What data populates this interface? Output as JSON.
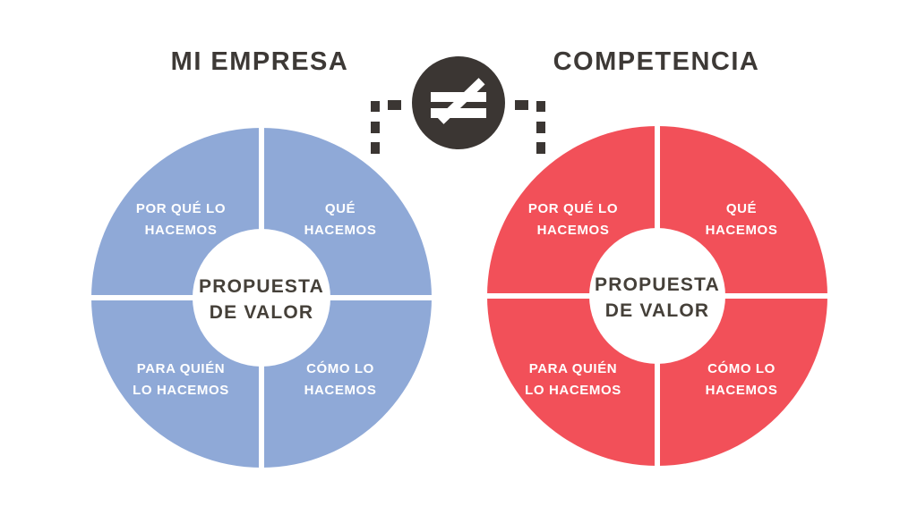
{
  "colors": {
    "background": "#ffffff",
    "blue_ring": "#8fa9d7",
    "red_ring": "#f25059",
    "dark": "#3b3633",
    "center_text": "#454039",
    "title_text": "#3d3936"
  },
  "separator": {
    "symbol": "≠",
    "icon_name": "not-equal-icon",
    "circle_color": "#3b3633",
    "dash_color": "#3b3633"
  },
  "left_chart": {
    "title": "MI EMPRESA",
    "ring_color": "#8fa9d7",
    "center_label": {
      "line1": "PROPUESTA",
      "line2": "DE VALOR"
    },
    "quadrants": {
      "top_left": {
        "line1": "POR QUÉ LO",
        "line2": "HACEMOS"
      },
      "top_right": {
        "line1": "QUÉ",
        "line2": "HACEMOS"
      },
      "bottom_left": {
        "line1": "PARA QUIÉN",
        "line2": "LO HACEMOS"
      },
      "bottom_right": {
        "line1": "CÓMO LO",
        "line2": "HACEMOS"
      }
    }
  },
  "right_chart": {
    "title": "COMPETENCIA",
    "ring_color": "#f25059",
    "center_label": {
      "line1": "PROPUESTA",
      "line2": "DE VALOR"
    },
    "quadrants": {
      "top_left": {
        "line1": "POR QUÉ LO",
        "line2": "HACEMOS"
      },
      "top_right": {
        "line1": "QUÉ",
        "line2": "HACEMOS"
      },
      "bottom_left": {
        "line1": "PARA QUIÉN",
        "line2": "LO HACEMOS"
      },
      "bottom_right": {
        "line1": "CÓMO LO",
        "line2": "HACEMOS"
      }
    }
  }
}
